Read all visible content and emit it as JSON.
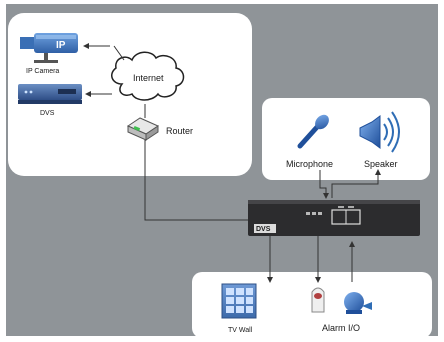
{
  "labels": {
    "ip_camera": "IP Camera",
    "dvs_top": "DVS",
    "internet": "Internet",
    "router": "Router",
    "microphone": "Microphone",
    "speaker": "Speaker",
    "dvs_box": "DVS",
    "tv_wall": "TV Wall",
    "alarm_io": "Alarm I/O"
  },
  "colors": {
    "background_panel": "#8f9498",
    "panel_fill": "#ffffff",
    "device_dark": "#2c2c2e",
    "accent_blue": "#2f6db5",
    "line": "#4a4a4a"
  }
}
